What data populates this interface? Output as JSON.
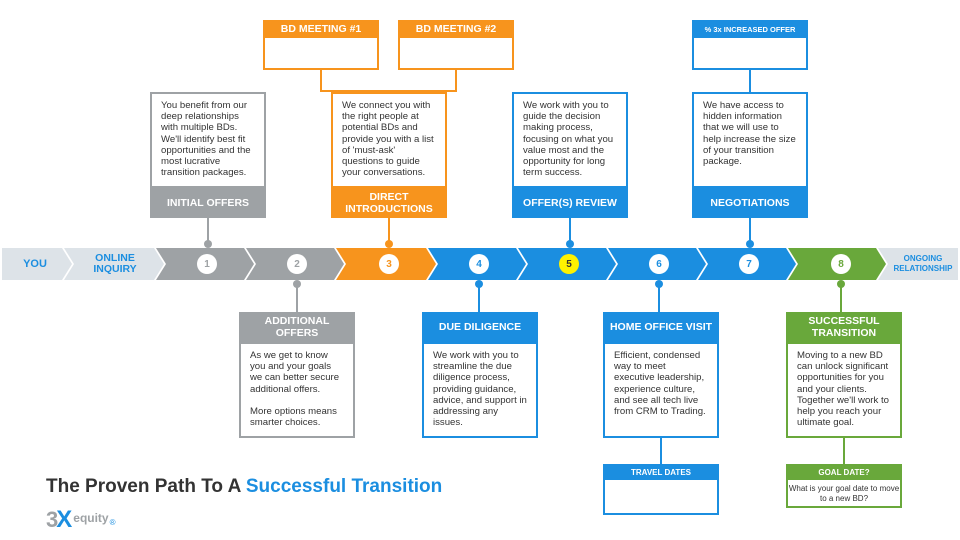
{
  "meetings": {
    "bd1": "BD MEETING #1",
    "bd2": "BD MEETING #2",
    "increased_offer": "% 3x INCREASED OFFER",
    "travel_dates": "TRAVEL DATES",
    "goal_date": "GOAL DATE?",
    "goal_date_text": "What is your goal date to move to a new BD?"
  },
  "top_cards": [
    {
      "title": "INITIAL OFFERS",
      "text": "You benefit from our deep relationships with multiple BDs. We'll identify best fit opportunities and the most lucrative transition packages."
    },
    {
      "title": "DIRECT INTRODUCTIONS",
      "text": "We connect you with the right people at potential BDs and provide you with a list of 'must-ask' questions to guide your conversations."
    },
    {
      "title": "OFFER(S) REVIEW",
      "text": "We work with you to guide the decision making process, focusing on what you value most and the opportunity for long term success."
    },
    {
      "title": "NEGOTIATIONS",
      "text": "We have access to hidden information that we will use to help increase the size of your transition package."
    }
  ],
  "bottom_cards": [
    {
      "title": "ADDITIONAL OFFERS",
      "text1": "As we get to know you and your goals we can better secure additional offers.",
      "text2": "More options means smarter choices."
    },
    {
      "title": "DUE DILIGENCE",
      "text1": "We work with you to streamline the due diligence process, providing guidance, advice, and support in addressing any issues.",
      "text2": ""
    },
    {
      "title": "HOME OFFICE VISIT",
      "text1": "Efficient, condensed way to meet executive leadership, experience culture, and see all tech live from CRM to Trading.",
      "text2": ""
    },
    {
      "title": "SUCCESSFUL TRANSITION",
      "text1": "Moving to a new BD can unlock significant opportunities for you and your clients. Together we'll work to help you reach your ultimate goal.",
      "text2": ""
    }
  ],
  "timeline": {
    "start": "YOU",
    "inquiry": "ONLINE INQUIRY",
    "steps": [
      "1",
      "2",
      "3",
      "4",
      "5",
      "6",
      "7",
      "8"
    ],
    "end": "ONGOING RELATIONSHIP"
  },
  "colors": {
    "gray": "#9ea2a5",
    "orange": "#f7941d",
    "blue": "#1b8ee0",
    "green": "#69a83b",
    "highlight": "#fff200",
    "light": "#dde3e8"
  },
  "footer": {
    "title_prefix": "The Proven Path To A ",
    "title_highlight": "Successful Transition",
    "logo_3": "3",
    "logo_x": "X",
    "logo_equity": "equity",
    "logo_reg": "®"
  }
}
